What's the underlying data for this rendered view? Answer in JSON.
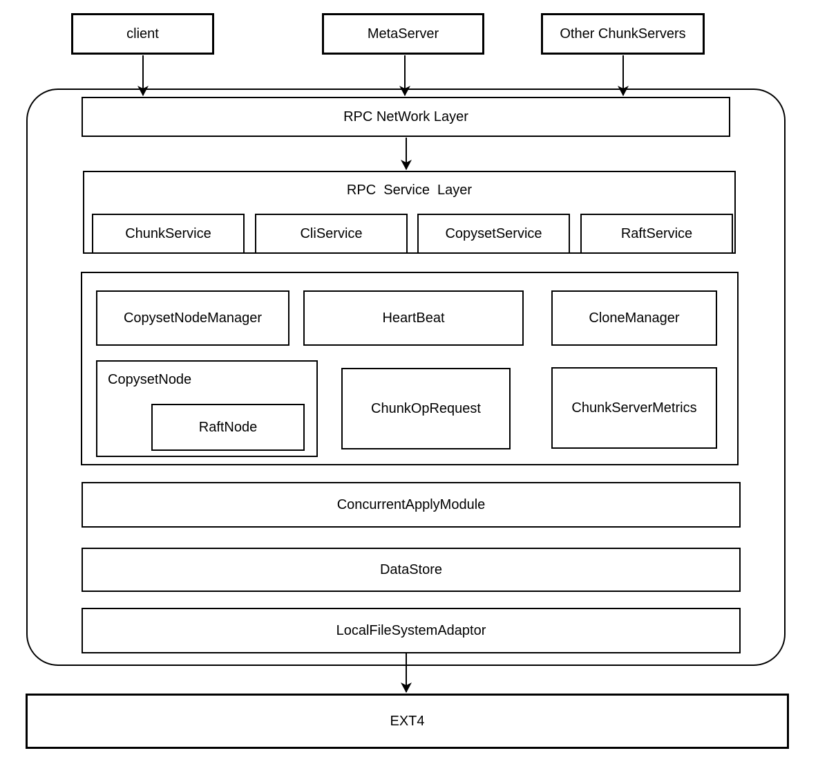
{
  "colors": {
    "line": "#000000",
    "background": "#ffffff"
  },
  "external": {
    "client": "client",
    "metaserver": "MetaServer",
    "other_chunkservers": "Other ChunkServers"
  },
  "layers": {
    "rpc_network": "RPC NetWork Layer",
    "rpc_service": {
      "title": "RPC  Service  Layer",
      "services": [
        "ChunkService",
        "CliService",
        "CopysetService",
        "RaftService"
      ]
    },
    "concurrent_apply": "ConcurrentApplyModule",
    "data_store": "DataStore",
    "local_fs_adaptor": "LocalFileSystemAdaptor"
  },
  "modules": {
    "copyset_node_manager": "CopysetNodeManager",
    "heartbeat": "HeartBeat",
    "clone_manager": "CloneManager",
    "copyset_node": "CopysetNode",
    "raft_node": "RaftNode",
    "chunk_op_request": "ChunkOpRequest",
    "chunk_server_metrics": "ChunkServerMetrics"
  },
  "storage": {
    "ext4": "EXT4"
  },
  "edges": [
    {
      "from": "client",
      "to": "RPC NetWork Layer"
    },
    {
      "from": "MetaServer",
      "to": "RPC NetWork Layer"
    },
    {
      "from": "Other ChunkServers",
      "to": "RPC NetWork Layer"
    },
    {
      "from": "RPC NetWork Layer",
      "to": "RPC Service Layer"
    },
    {
      "from": "LocalFileSystemAdaptor",
      "to": "EXT4"
    }
  ]
}
